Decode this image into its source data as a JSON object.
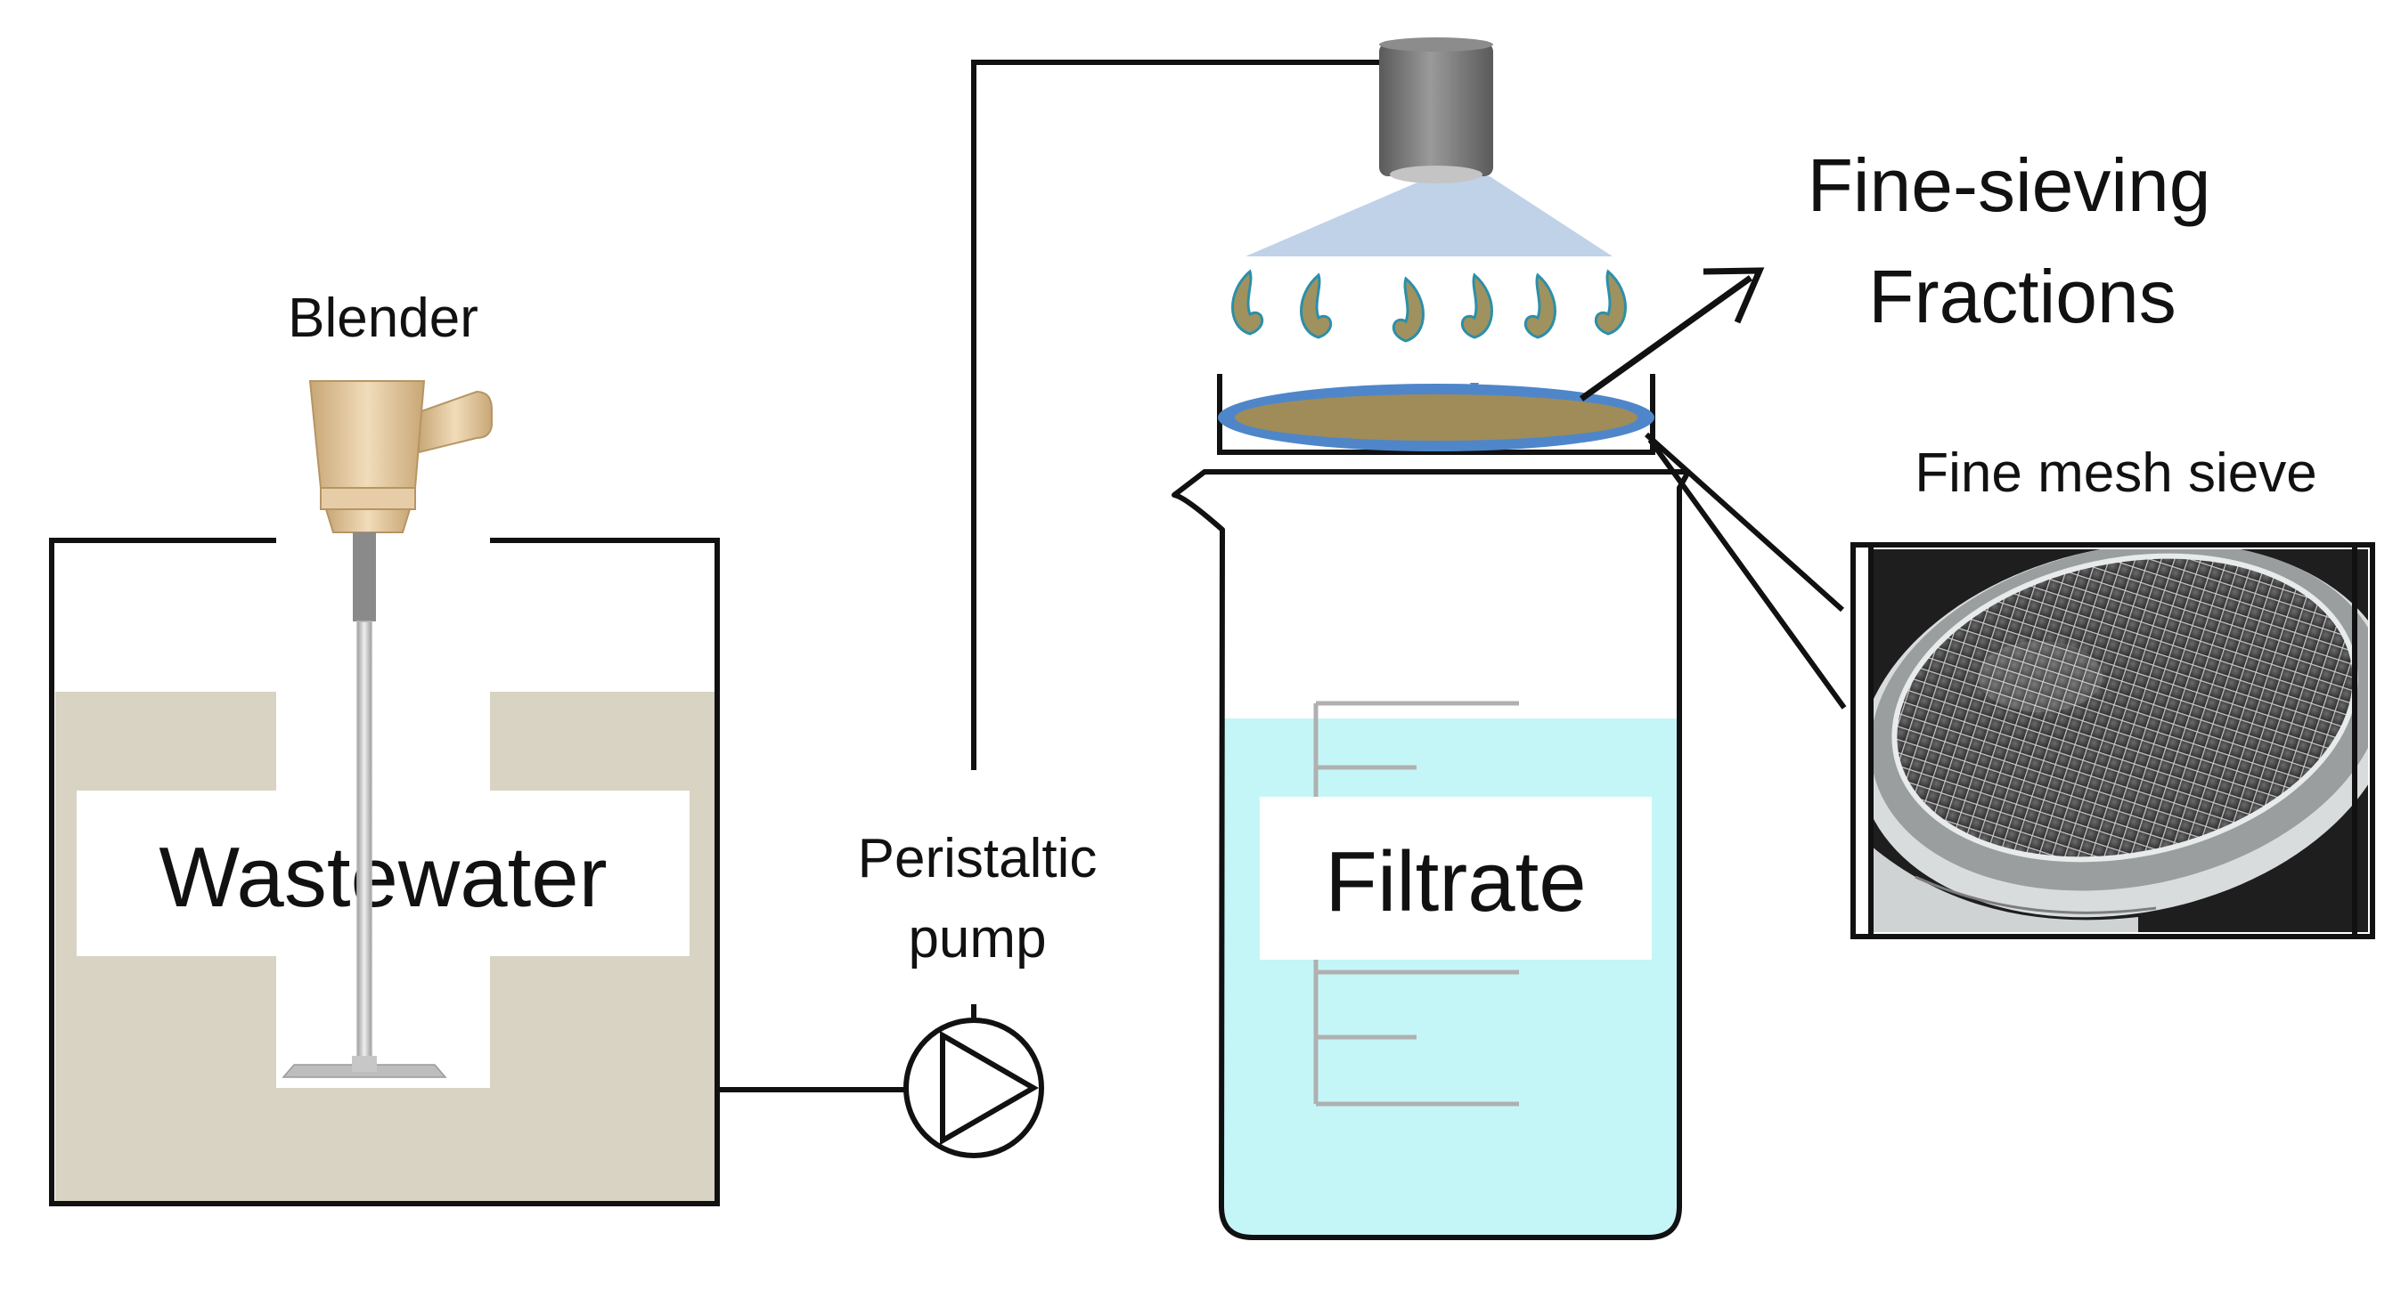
{
  "labels": {
    "blender": "Blender",
    "wastewater": "Wastewater",
    "pump_line1": "Peristaltic",
    "pump_line2": "pump",
    "filtrate": "Filtrate",
    "fractions_line1": "Fine-sieving",
    "fractions_line2": "Fractions",
    "mesh": "Fine mesh sieve"
  },
  "colors": {
    "wastewater": "#d8d3c2",
    "filtrate": "#c4f6f8",
    "sieve_rim": "#4f86c9",
    "solids": "#a08c58",
    "droplet": "#a0925e",
    "nozzle_spray": "#b8cde6",
    "nozzle_body": "#7a7a7a",
    "blender_body": "#dcc199",
    "line": "#111111",
    "graduation": "#b0b0b0"
  },
  "icons": {
    "pump": "pump-triangle-icon",
    "mesh_photo": "mesh-sieve-icon"
  }
}
